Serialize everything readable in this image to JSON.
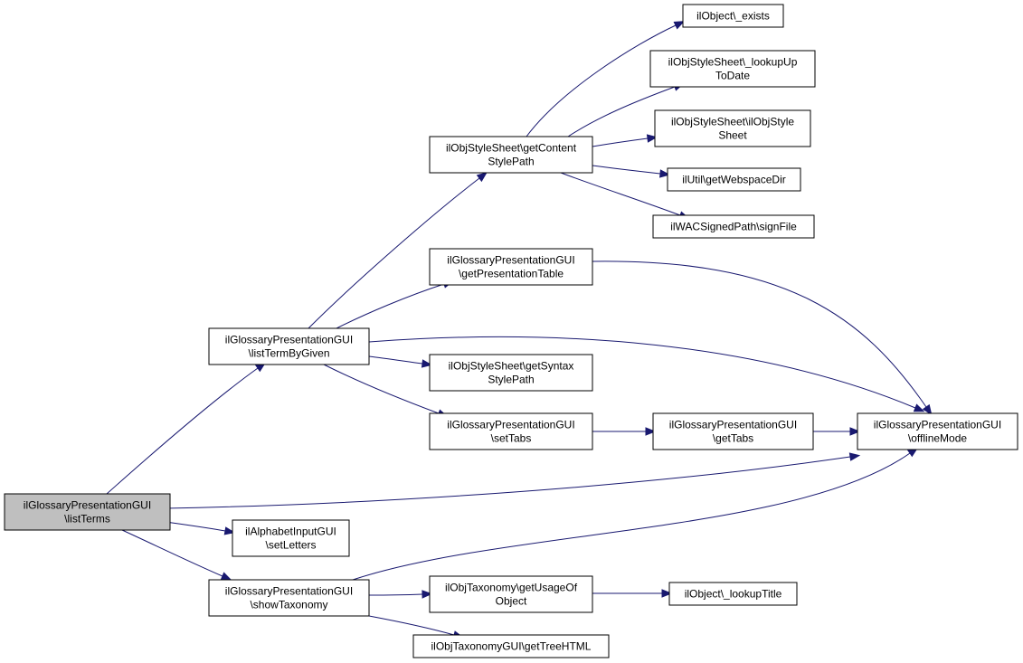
{
  "graph": {
    "nodes": [
      {
        "id": "listTerms",
        "lines": [
          "ilGlossaryPresentationGUI",
          "\\listTerms"
        ],
        "highlight": true
      },
      {
        "id": "listTermByGiven",
        "lines": [
          "ilGlossaryPresentationGUI",
          "\\listTermByGiven"
        ]
      },
      {
        "id": "setLetters",
        "lines": [
          "ilAlphabetInputGUI",
          "\\setLetters"
        ]
      },
      {
        "id": "showTaxonomy",
        "lines": [
          "ilGlossaryPresentationGUI",
          "\\showTaxonomy"
        ]
      },
      {
        "id": "getContentStylePath",
        "lines": [
          "ilObjStyleSheet\\getContent",
          "StylePath"
        ]
      },
      {
        "id": "getPresentationTable",
        "lines": [
          "ilGlossaryPresentationGUI",
          "\\getPresentationTable"
        ]
      },
      {
        "id": "getSyntaxStylePath",
        "lines": [
          "ilObjStyleSheet\\getSyntax",
          "StylePath"
        ]
      },
      {
        "id": "setTabs",
        "lines": [
          "ilGlossaryPresentationGUI",
          "\\setTabs"
        ]
      },
      {
        "id": "getUsageOfObject",
        "lines": [
          "ilObjTaxonomy\\getUsageOf",
          "Object"
        ]
      },
      {
        "id": "getTreeHTML",
        "lines": [
          "ilObjTaxonomyGUI\\getTreeHTML"
        ]
      },
      {
        "id": "exists",
        "lines": [
          "ilObject\\_exists"
        ]
      },
      {
        "id": "lookupUpToDate",
        "lines": [
          "ilObjStyleSheet\\_lookupUp",
          "ToDate"
        ]
      },
      {
        "id": "ilObjStyleSheet",
        "lines": [
          "ilObjStyleSheet\\ilObjStyle",
          "Sheet"
        ]
      },
      {
        "id": "getWebspaceDir",
        "lines": [
          "ilUtil\\getWebspaceDir"
        ]
      },
      {
        "id": "signFile",
        "lines": [
          "ilWACSignedPath\\signFile"
        ]
      },
      {
        "id": "getTabs",
        "lines": [
          "ilGlossaryPresentationGUI",
          "\\getTabs"
        ]
      },
      {
        "id": "lookupTitle",
        "lines": [
          "ilObject\\_lookupTitle"
        ]
      },
      {
        "id": "offlineMode",
        "lines": [
          "ilGlossaryPresentationGUI",
          "\\offlineMode"
        ]
      }
    ],
    "edges": [
      {
        "from": "listTerms",
        "to": "listTermByGiven"
      },
      {
        "from": "listTerms",
        "to": "offlineMode"
      },
      {
        "from": "listTerms",
        "to": "setLetters"
      },
      {
        "from": "listTerms",
        "to": "showTaxonomy"
      },
      {
        "from": "listTermByGiven",
        "to": "getContentStylePath"
      },
      {
        "from": "listTermByGiven",
        "to": "getPresentationTable"
      },
      {
        "from": "listTermByGiven",
        "to": "offlineMode"
      },
      {
        "from": "listTermByGiven",
        "to": "getSyntaxStylePath"
      },
      {
        "from": "listTermByGiven",
        "to": "setTabs"
      },
      {
        "from": "getContentStylePath",
        "to": "exists"
      },
      {
        "from": "getContentStylePath",
        "to": "lookupUpToDate"
      },
      {
        "from": "getContentStylePath",
        "to": "ilObjStyleSheet"
      },
      {
        "from": "getContentStylePath",
        "to": "getWebspaceDir"
      },
      {
        "from": "getContentStylePath",
        "to": "signFile"
      },
      {
        "from": "getPresentationTable",
        "to": "offlineMode"
      },
      {
        "from": "setTabs",
        "to": "getTabs"
      },
      {
        "from": "getTabs",
        "to": "offlineMode"
      },
      {
        "from": "showTaxonomy",
        "to": "offlineMode"
      },
      {
        "from": "showTaxonomy",
        "to": "getUsageOfObject"
      },
      {
        "from": "showTaxonomy",
        "to": "getTreeHTML"
      },
      {
        "from": "getUsageOfObject",
        "to": "lookupTitle"
      }
    ],
    "colors": {
      "edge": "#191970",
      "node_fill": "#ffffff",
      "node_highlight_fill": "#bfbfbf",
      "node_border": "#000000"
    }
  }
}
